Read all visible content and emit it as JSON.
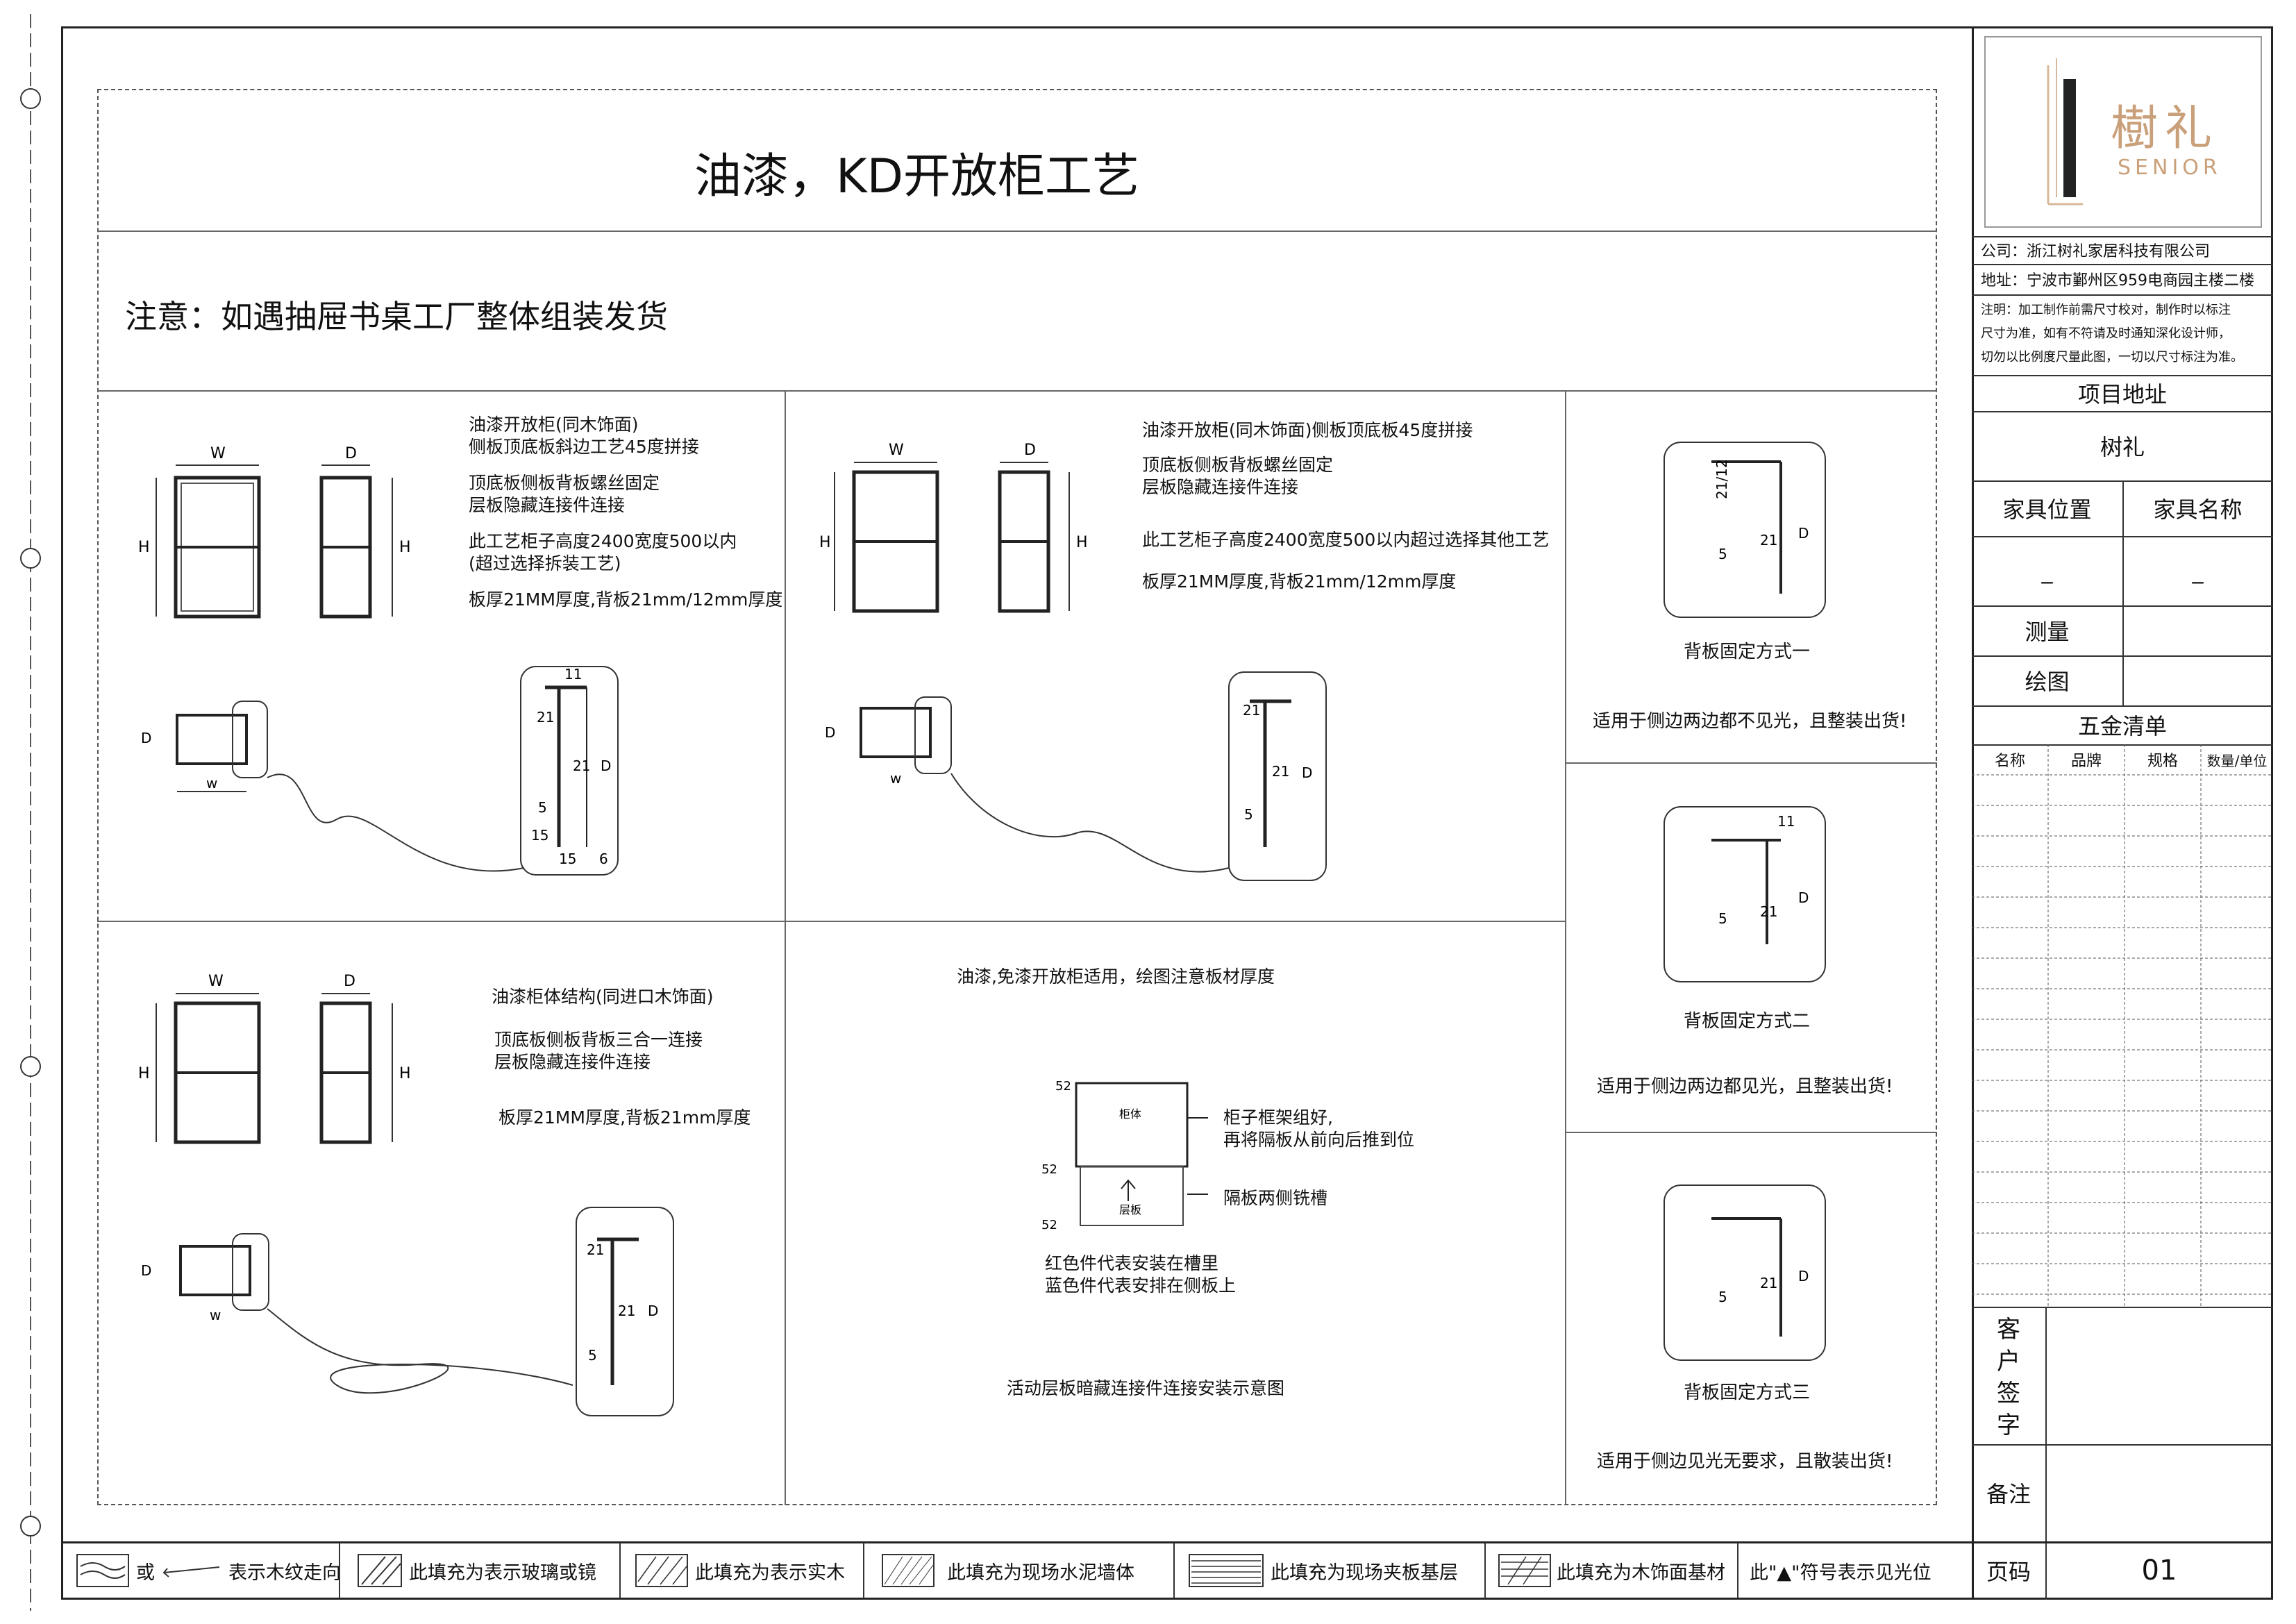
{
  "title": "油漆，KD开放柜工艺",
  "notice": "注意：如遇抽屉书桌工厂整体组装发货",
  "panel_a": {
    "lines": [
      "油漆开放柜(同木饰面)",
      "侧板顶底板斜边工艺45度拼接",
      "顶底板侧板背板螺丝固定",
      "层板隐藏连接件连接",
      "此工艺柜子高度2400宽度500以内",
      "(超过选择拆装工艺)",
      "板厚21MM厚度,背板21mm/12mm厚度"
    ]
  },
  "panel_b": {
    "lines": [
      "油漆开放柜(同木饰面)侧板顶底板45度拼接",
      "顶底板侧板背板螺丝固定",
      "层板隐藏连接件连接",
      "此工艺柜子高度2400宽度500以内超过选择其他工艺",
      "板厚21MM厚度,背板21mm/12mm厚度"
    ]
  },
  "panel_c": {
    "lines": [
      "油漆柜体结构(同进口木饰面)",
      "顶底板侧板背板三合一连接",
      "层板隐藏连接件连接",
      "板厚21MM厚度,背板21mm厚度"
    ]
  },
  "panel_d": {
    "heading": "油漆,免漆开放柜适用，绘图注意板材厚度",
    "callout1": [
      "柜子框架组好,",
      "再将隔板从前向后推到位"
    ],
    "callout2": "隔板两侧铣槽",
    "label_box": "柜体",
    "label_shelf": "层板",
    "note": [
      "红色件代表安装在槽里",
      "蓝色件代表安排在侧板上"
    ],
    "caption": "活动层板暗藏连接件连接安装示意图"
  },
  "dims": {
    "W": "W",
    "D": "D",
    "H": "H",
    "w": "w",
    "n21": "21",
    "n5": "5",
    "n11": "11",
    "n15": "15",
    "n6": "6",
    "n2112": "21/12",
    "n52": "52"
  },
  "back_fix": [
    {
      "name": "背板固定方式一",
      "desc": "适用于侧边两边都不见光，且整装出货!"
    },
    {
      "name": "背板固定方式二",
      "desc": "适用于侧边两边都见光，且整装出货!"
    },
    {
      "name": "背板固定方式三",
      "desc": "适用于侧边见光无要求，且散装出货!"
    }
  ],
  "titleblock": {
    "logo_text": "樹礼",
    "logo_sub": "SENIOR",
    "company": "公司：浙江树礼家居科技有限公司",
    "address": "地址：宁波市鄞州区959电商园主楼二楼",
    "remark_lines": [
      "注明：加工制作前需尺寸校对，制作时以标注",
      "尺寸为准，如有不符请及时通知深化设计师，",
      "切勿以比例度尺量此图，一切以尺寸标注为准。"
    ],
    "project_label": "项目地址",
    "project_value": "树礼",
    "pos_label": "家具位置",
    "name_label": "家具名称",
    "pos_value": "_",
    "name_value": "_",
    "measure_label": "测量",
    "draw_label": "绘图",
    "hardware_title": "五金清单",
    "hardware_cols": [
      "名称",
      "品牌",
      "规格",
      "数量/单位"
    ],
    "customer_sign": "客户签字",
    "remark_label": "备注",
    "page_label": "页码",
    "page_value": "01"
  },
  "legend": [
    {
      "text": "或",
      "text2": "表示木纹走向"
    },
    {
      "text": "此填充为表示玻璃或镜"
    },
    {
      "text": "此填充为表示实木"
    },
    {
      "text": "此填充为现场水泥墙体"
    },
    {
      "text": "此填充为现场夹板基层"
    },
    {
      "text": "此填充为木饰面基材"
    },
    {
      "text": "此\"▲\"符号表示见光位"
    }
  ]
}
